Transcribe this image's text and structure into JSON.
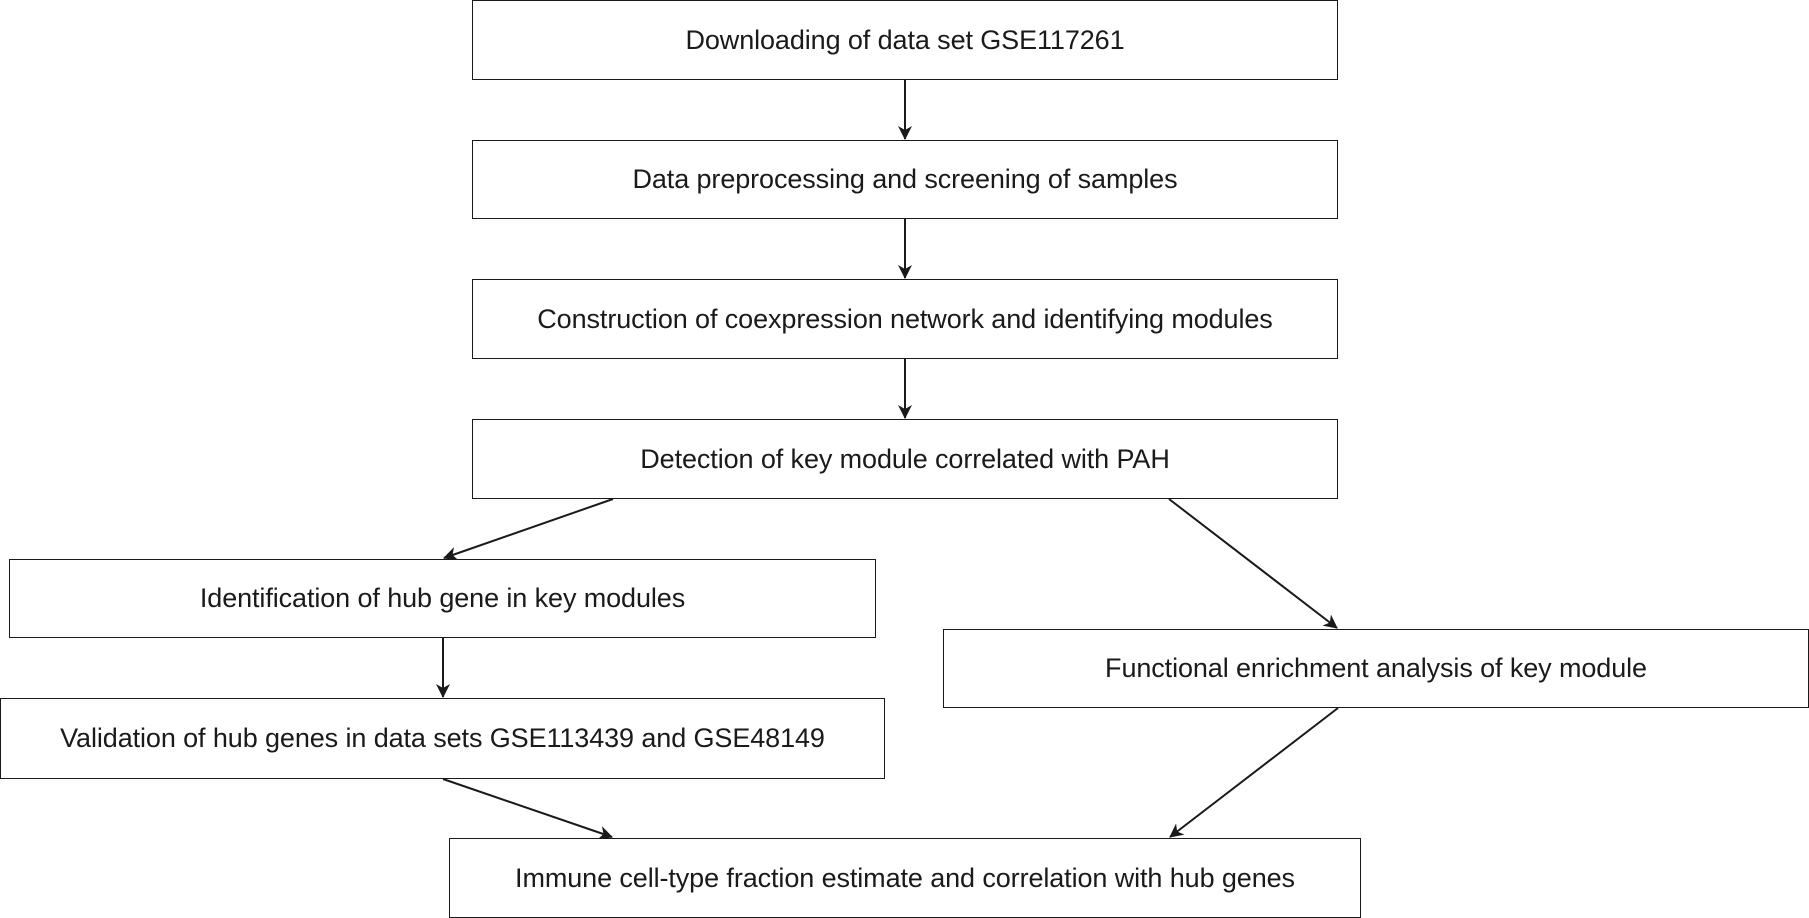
{
  "flowchart": {
    "steps": {
      "download": "Downloading of data set GSE117261",
      "preprocess": "Data preprocessing and screening of samples",
      "network": "Construction of coexpression network and identifying modules",
      "key_module": "Detection of key module correlated with PAH",
      "hub_gene": "Identification of hub gene in key modules",
      "enrichment": "Functional enrichment analysis of key module",
      "validation": "Validation of hub genes in data sets GSE113439 and GSE48149",
      "immune": "Immune cell-type fraction estimate and correlation with hub genes"
    },
    "connections": [
      {
        "from": "download",
        "to": "preprocess"
      },
      {
        "from": "preprocess",
        "to": "network"
      },
      {
        "from": "network",
        "to": "key_module"
      },
      {
        "from": "key_module",
        "to": "hub_gene"
      },
      {
        "from": "key_module",
        "to": "enrichment"
      },
      {
        "from": "hub_gene",
        "to": "validation"
      },
      {
        "from": "validation",
        "to": "immune"
      },
      {
        "from": "enrichment",
        "to": "immune"
      }
    ]
  }
}
